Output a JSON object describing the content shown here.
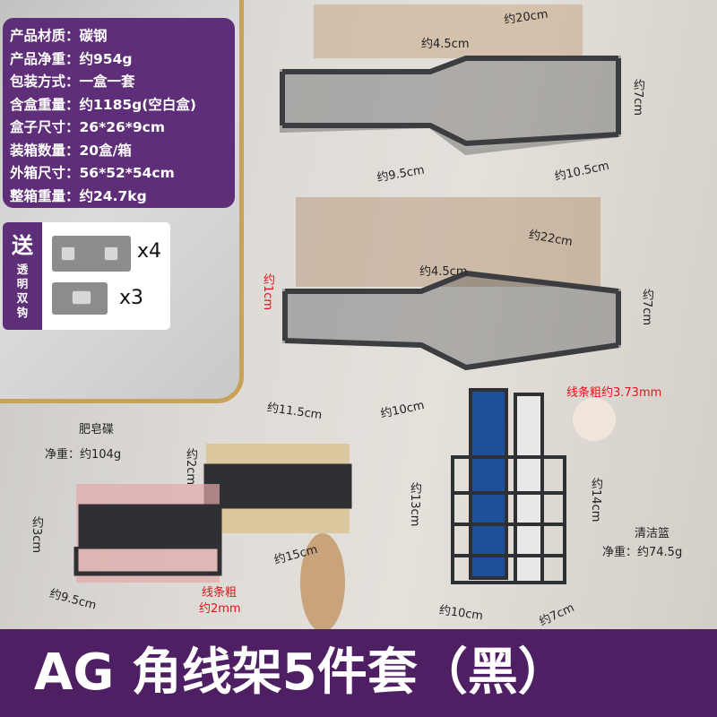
{
  "specs": [
    {
      "label": "产品材质：",
      "value": "碳钢"
    },
    {
      "label": "产品净重：",
      "value": "约954g"
    },
    {
      "label": "包装方式：",
      "value": "一盒一套"
    },
    {
      "label": "含盒重量：",
      "value": "约1185g(空白盒)"
    },
    {
      "label": "盒子尺寸：",
      "value": "26*26*9cm"
    },
    {
      "label": "装箱数量：",
      "value": "20盒/箱"
    },
    {
      "label": "外箱尺寸：",
      "value": "56*52*54cm"
    },
    {
      "label": "整箱重量：",
      "value": "约24.7kg"
    }
  ],
  "gift": {
    "title": "送",
    "subtitle": "透明双钩",
    "qty1": "x4",
    "qty2": "x3"
  },
  "dimensions": {
    "top_width": "约20cm",
    "top_gap": "约4.5cm",
    "top_height": "约7cm",
    "top_left": "约9.5cm",
    "top_right": "约10.5cm",
    "mid_width": "约22cm",
    "mid_gap": "约4.5cm",
    "mid_lip": "约1cm",
    "mid_height": "约7cm",
    "mid_wire": "线条粗约3.73mm",
    "mid_left": "约11.5cm",
    "mid_right": "约10cm",
    "soap_name": "肥皂碟",
    "soap_weight": "净重：约104g",
    "soap_hook": "约2cm",
    "soap_height": "约3cm",
    "soap_depth": "约9.5cm",
    "soap_wire1": "线条粗",
    "soap_wire2": "约2mm",
    "soap_width": "约15cm",
    "basket_h1": "约13cm",
    "basket_h2": "约14cm",
    "basket_name": "清洁篮",
    "basket_weight": "净重：约74.5g",
    "basket_width": "约10cm",
    "basket_depth": "约7cm"
  },
  "banner": {
    "title": "AG 角线架5件套（黑）"
  }
}
